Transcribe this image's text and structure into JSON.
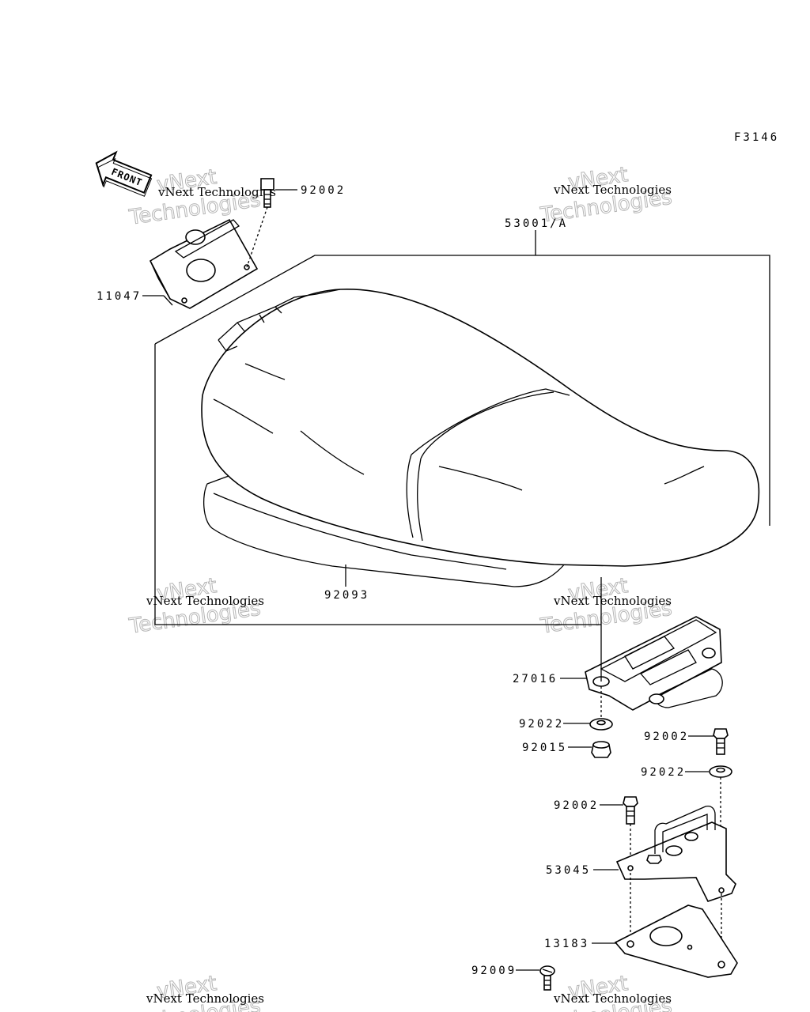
{
  "figure_code": "F3146",
  "front_label": "FRONT",
  "watermark": {
    "line1": "vNext Technologies",
    "line2": "Technologies",
    "line3": "vNext"
  },
  "parts": [
    {
      "id": "p_92002_top",
      "number": "92002"
    },
    {
      "id": "p_53001",
      "number": "53001/A"
    },
    {
      "id": "p_11047",
      "number": "11047"
    },
    {
      "id": "p_92093",
      "number": "92093"
    },
    {
      "id": "p_27016",
      "number": "27016"
    },
    {
      "id": "p_92022_a",
      "number": "92022"
    },
    {
      "id": "p_92015",
      "number": "92015"
    },
    {
      "id": "p_92002_r",
      "number": "92002"
    },
    {
      "id": "p_92022_b",
      "number": "92022"
    },
    {
      "id": "p_92002_m",
      "number": "92002"
    },
    {
      "id": "p_53045",
      "number": "53045"
    },
    {
      "id": "p_13183",
      "number": "13183"
    },
    {
      "id": "p_92009",
      "number": "92009"
    }
  ]
}
